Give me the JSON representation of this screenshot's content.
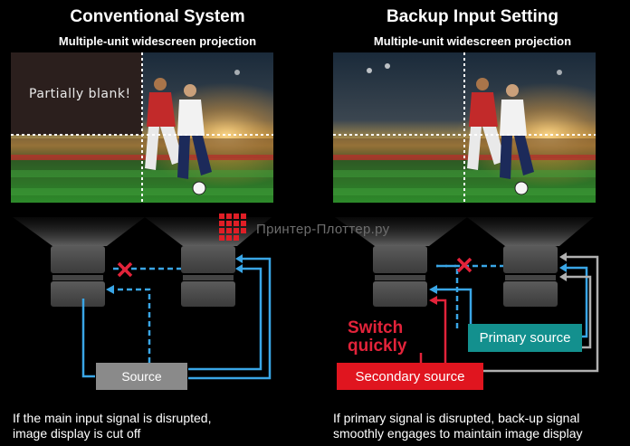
{
  "left_panel": {
    "title": "Conventional System",
    "subtitle": "Multiple-unit widescreen projection",
    "blank_label": "Partially blank!",
    "source_label": "Source",
    "caption_line1": "If the main input signal is disrupted,",
    "caption_line2": "image display is cut off"
  },
  "right_panel": {
    "title": "Backup Input Setting",
    "subtitle": "Multiple-unit widescreen projection",
    "switch_line1": "Switch",
    "switch_line2": "quickly",
    "primary_label": "Primary source",
    "secondary_label": "Secondary source",
    "caption_line1": "If primary signal is disrupted, back-up signal",
    "caption_line2": "smoothly engages to maintain image display"
  },
  "watermark": "Принтер-Плоттер.ру",
  "colors": {
    "signal_blue": "#3aa6e6",
    "signal_red": "#e2233a",
    "primary_teal": "#13908e",
    "secondary_red": "#e0151f",
    "source_gray": "#8a8a8a",
    "cable_gray": "#b0b0b0"
  }
}
